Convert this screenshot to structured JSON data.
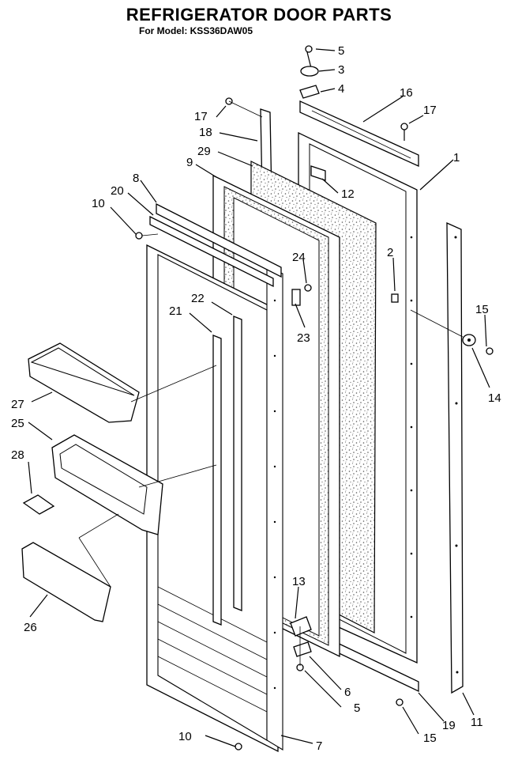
{
  "title": "REFRIGERATOR DOOR PARTS",
  "subtitle": "For Model: KSS36DAW05",
  "callouts": [
    {
      "id": "c5a",
      "label": "5"
    },
    {
      "id": "c3",
      "label": "3"
    },
    {
      "id": "c4",
      "label": "4"
    },
    {
      "id": "c16",
      "label": "16"
    },
    {
      "id": "c17a",
      "label": "17"
    },
    {
      "id": "c17b",
      "label": "17"
    },
    {
      "id": "c18",
      "label": "18"
    },
    {
      "id": "c1",
      "label": "1"
    },
    {
      "id": "c29",
      "label": "29"
    },
    {
      "id": "c9",
      "label": "9"
    },
    {
      "id": "c12",
      "label": "12"
    },
    {
      "id": "c8",
      "label": "8"
    },
    {
      "id": "c20",
      "label": "20"
    },
    {
      "id": "c10a",
      "label": "10"
    },
    {
      "id": "c2",
      "label": "2"
    },
    {
      "id": "c24",
      "label": "24"
    },
    {
      "id": "c22",
      "label": "22"
    },
    {
      "id": "c21",
      "label": "21"
    },
    {
      "id": "c15a",
      "label": "15"
    },
    {
      "id": "c23",
      "label": "23"
    },
    {
      "id": "c14",
      "label": "14"
    },
    {
      "id": "c27",
      "label": "27"
    },
    {
      "id": "c25",
      "label": "25"
    },
    {
      "id": "c28",
      "label": "28"
    },
    {
      "id": "c13",
      "label": "13"
    },
    {
      "id": "c26",
      "label": "26"
    },
    {
      "id": "c6",
      "label": "6"
    },
    {
      "id": "c5b",
      "label": "5"
    },
    {
      "id": "c19",
      "label": "19"
    },
    {
      "id": "c11",
      "label": "11"
    },
    {
      "id": "c15b",
      "label": "15"
    },
    {
      "id": "c10b",
      "label": "10"
    },
    {
      "id": "c7",
      "label": "7"
    }
  ]
}
